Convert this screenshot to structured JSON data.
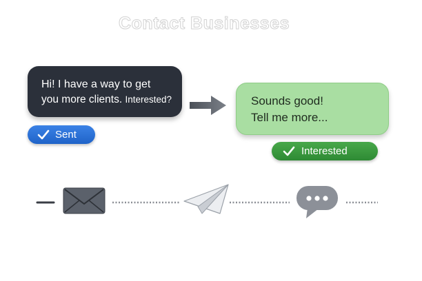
{
  "title": "Contact Businesses",
  "outgoing_message": {
    "line1": "Hi! I have a way to get",
    "line2_start": "you more clients.",
    "line2_end": "Interested?"
  },
  "outgoing_status": {
    "label": "Sent",
    "icon": "check-icon",
    "color": "#2a72d8"
  },
  "reply_message": {
    "line1": "Sounds good!",
    "line2": "Tell me more..."
  },
  "reply_status": {
    "label": "Interested",
    "icon": "check-icon",
    "color": "#3a9a3e"
  },
  "icons": {
    "arrow": "arrow-right-icon",
    "timeline": [
      "envelope-icon",
      "paper-plane-icon",
      "chat-bubble-icon"
    ]
  },
  "colors": {
    "outgoing_bubble": "#2b303a",
    "reply_bubble": "#a9dea2"
  }
}
